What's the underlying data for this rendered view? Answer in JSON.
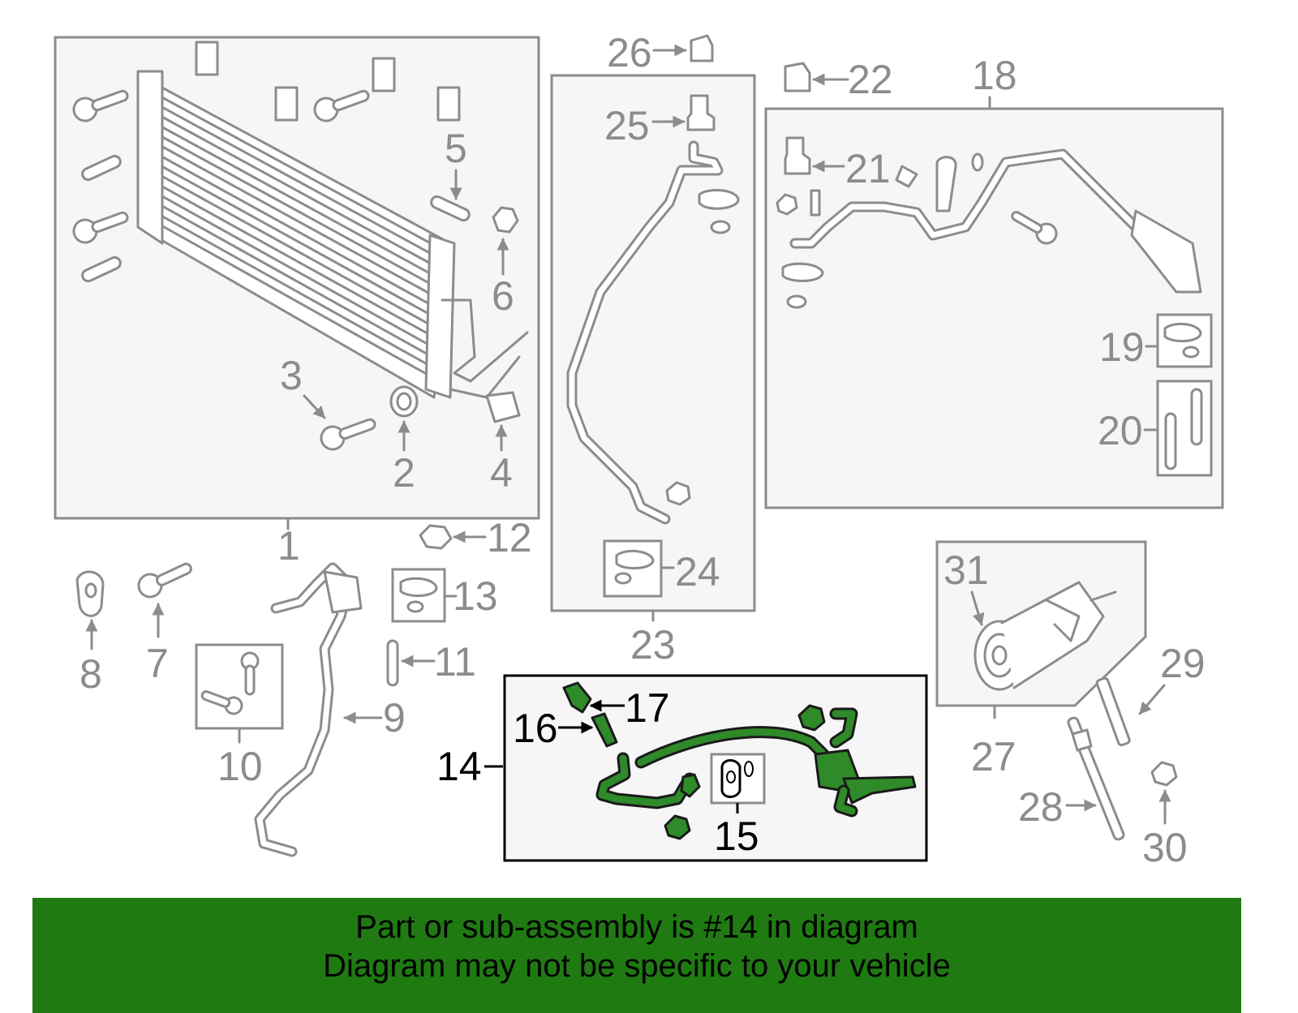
{
  "banner": {
    "line1": "Part or sub-assembly is #14 in diagram",
    "line2": "Diagram may not be specific to your vehicle"
  },
  "colors": {
    "highlight": "#2f8a2a",
    "banner": "#1f7a12",
    "part_grey": "#8c8c8c"
  },
  "callouts": [
    "1",
    "2",
    "3",
    "4",
    "5",
    "6",
    "7",
    "8",
    "9",
    "10",
    "11",
    "12",
    "13",
    "14",
    "15",
    "16",
    "17",
    "18",
    "19",
    "20",
    "21",
    "22",
    "23",
    "24",
    "25",
    "26",
    "27",
    "28",
    "29",
    "30",
    "31"
  ],
  "highlighted_part": "14"
}
